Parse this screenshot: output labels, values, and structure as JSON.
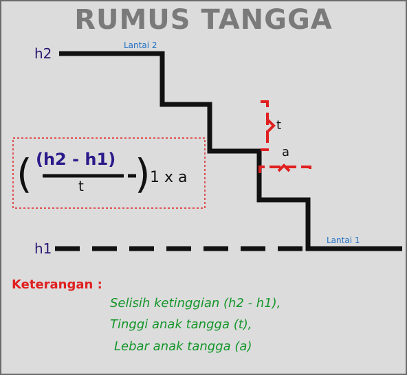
{
  "title": "RUMUS TANGGA",
  "labels": {
    "h2": "h2",
    "h1": "h1",
    "lantai2": "Lantai 2",
    "lantai1": "Lantai 1",
    "t_mark": "t",
    "a_mark": "a"
  },
  "formula": {
    "open_paren": "(",
    "close_paren": ")",
    "numerator": "(h2 - h1)",
    "denominator": "t",
    "tail": "1 x a"
  },
  "keterangan": {
    "title": "Keterangan :",
    "lines": [
      "Selisih ketinggian (h2 - h1),",
      "Tinggi anak tangga (t),",
      "Lebar anak tangga (a)"
    ]
  },
  "colors": {
    "stairs": "#111111",
    "marker": "#e02020",
    "formula_box": "#e02020",
    "title": "#7a7a7a",
    "floor_label": "#1f6fc4",
    "height_label": "#2a1570",
    "note_text": "#13962a"
  }
}
